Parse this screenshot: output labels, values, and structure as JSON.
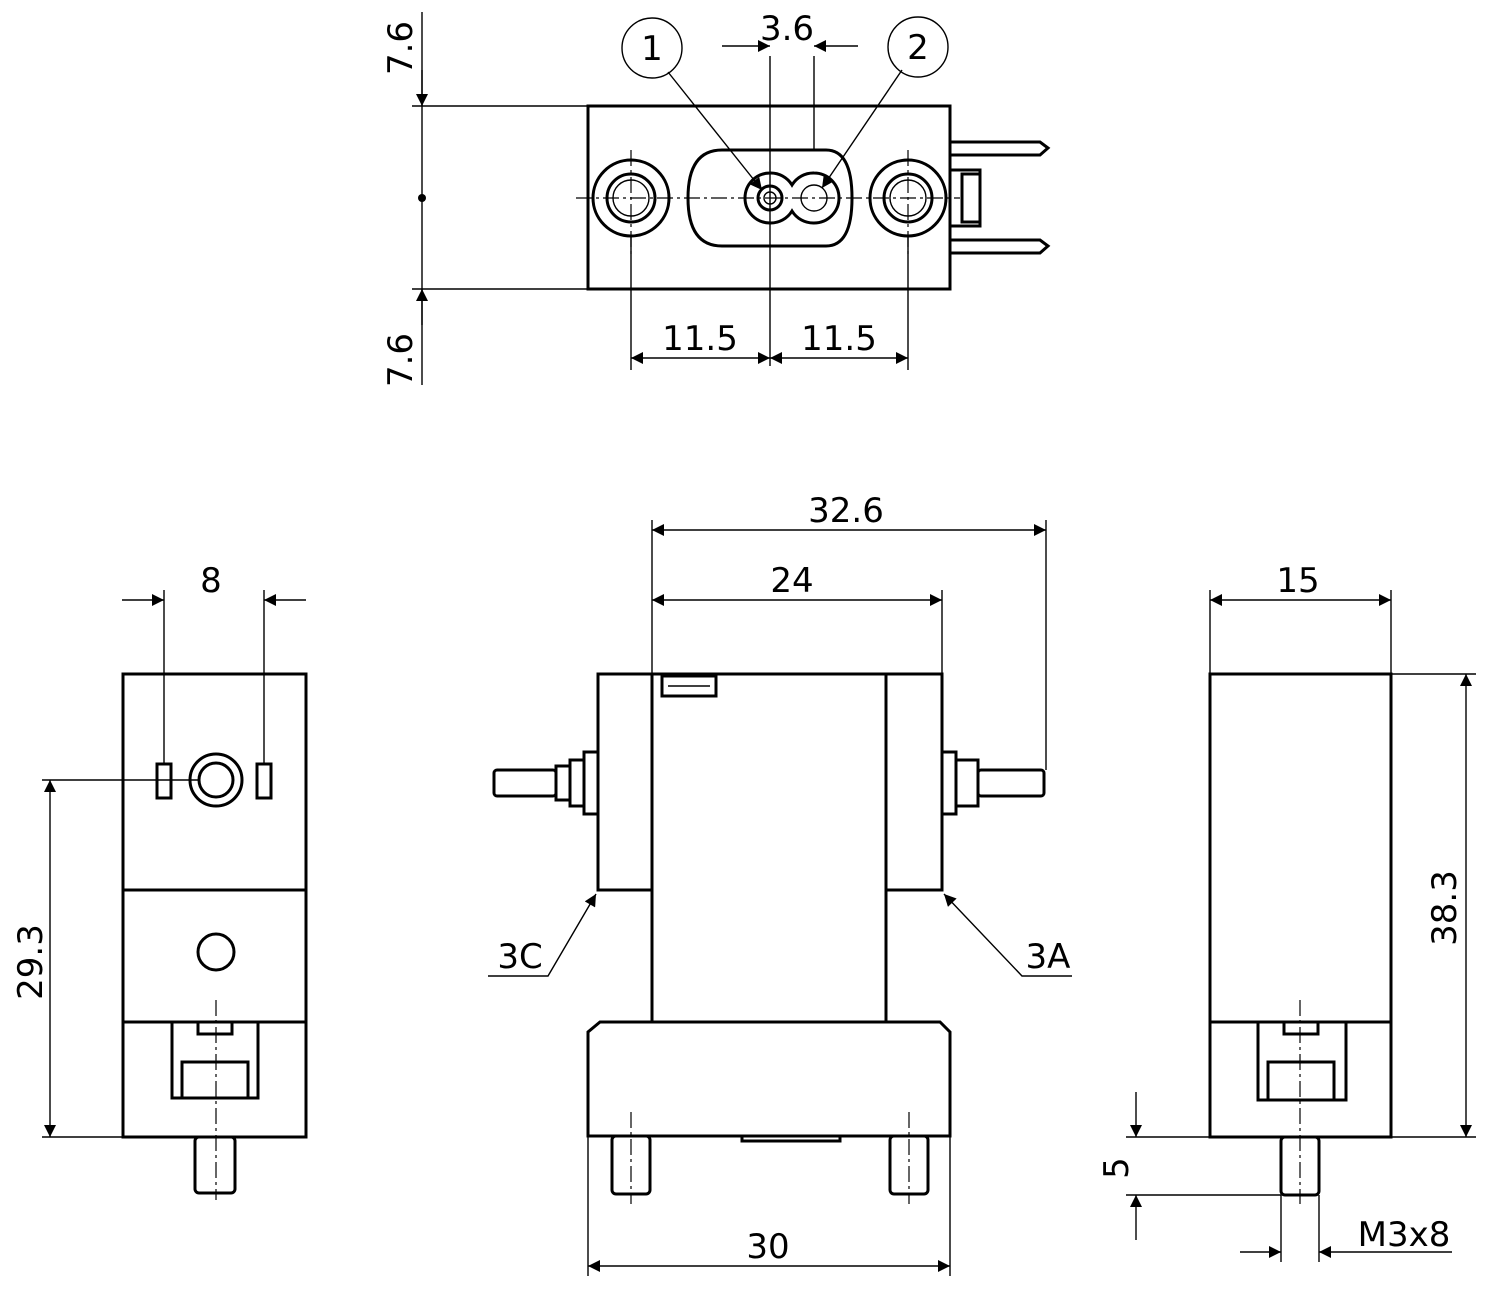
{
  "dimensions": {
    "top_7_6_upper": "7.6",
    "top_7_6_lower": "7.6",
    "top_3_6": "3.6",
    "top_11_5_left": "11.5",
    "top_11_5_right": "11.5",
    "left_8": "8",
    "left_29_3": "29.3",
    "front_32_6": "32.6",
    "front_24": "24",
    "front_30": "30",
    "right_15": "15",
    "right_38_3": "38.3",
    "right_5": "5",
    "thread": "M3x8"
  },
  "labels": {
    "port_3c": "3C",
    "port_3a": "3A"
  },
  "balloons": {
    "one": "1",
    "two": "2"
  }
}
